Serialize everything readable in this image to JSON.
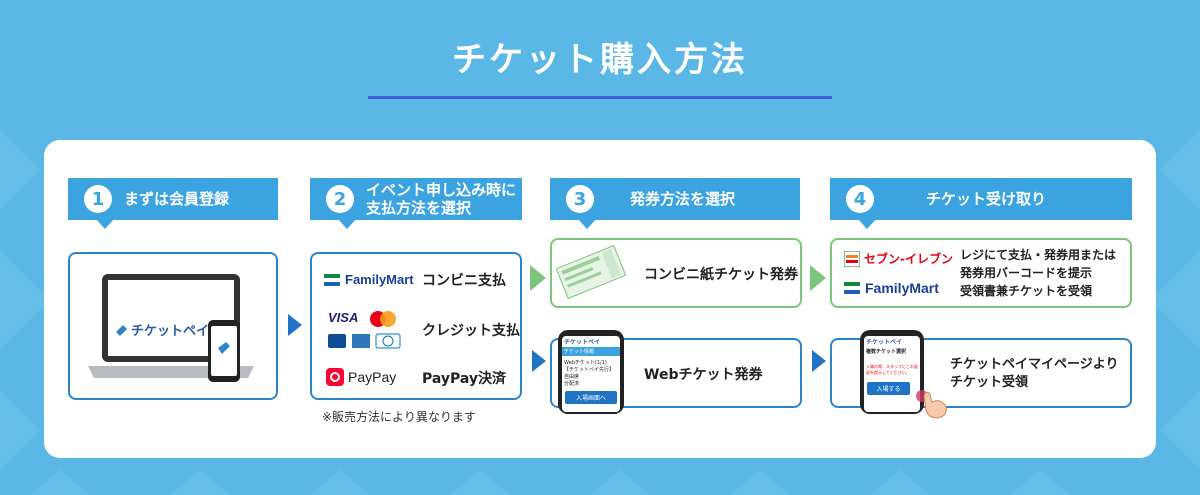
{
  "page": {
    "title": "チケット購入方法"
  },
  "steps": [
    {
      "number": "1",
      "label": "まずは会員登録"
    },
    {
      "number": "2",
      "label_line1": "イベント申し込み時に",
      "label_line2": "支払方法を選択"
    },
    {
      "number": "3",
      "label": "発券方法を選択"
    },
    {
      "number": "4",
      "label": "チケット受け取り"
    }
  ],
  "register": {
    "logo_text": "チケットペイ"
  },
  "payment": {
    "familymart_logo": "FamilyMart",
    "convenience_label": "コンビニ支払",
    "visa_logo": "VISA",
    "credit_label": "クレジット支払",
    "paypay_logo": "PayPay",
    "paypay_label": "PayPay決済",
    "note": "※販売方法により異なります"
  },
  "issue": {
    "paper_label": "コンビニ紙チケット発券",
    "web_label": "Webチケット発券",
    "phone_app": "チケットペイ",
    "phone_header": "チケット情報",
    "phone_line1": "Webチケット(1/1)",
    "phone_line2": "【チケットペイ先行】",
    "phone_line3": "自由席",
    "phone_line4": "分配済",
    "phone_button": "入場画面へ"
  },
  "receive": {
    "seven_logo": "セブン-イレブン",
    "familymart_logo": "FamilyMart",
    "store_line1": "レジにて支払・発券用または",
    "store_line2": "発券用バーコードを提示",
    "store_line3": "受領書兼チケットを受領",
    "web_line1": "チケットペイマイページより",
    "web_line2": "チケット受領",
    "phone_app": "チケットペイ",
    "phone_header": "複数チケット選択",
    "phone_warning": "入場の際、スタッフにこの画面を提示してください。",
    "phone_button": "入場する"
  },
  "colors": {
    "background": "#5bb8e6",
    "step_header": "#3aa3e0",
    "box_border": "#2d84c9",
    "green_border": "#7bc67b",
    "underline": "#3f5fd8"
  }
}
